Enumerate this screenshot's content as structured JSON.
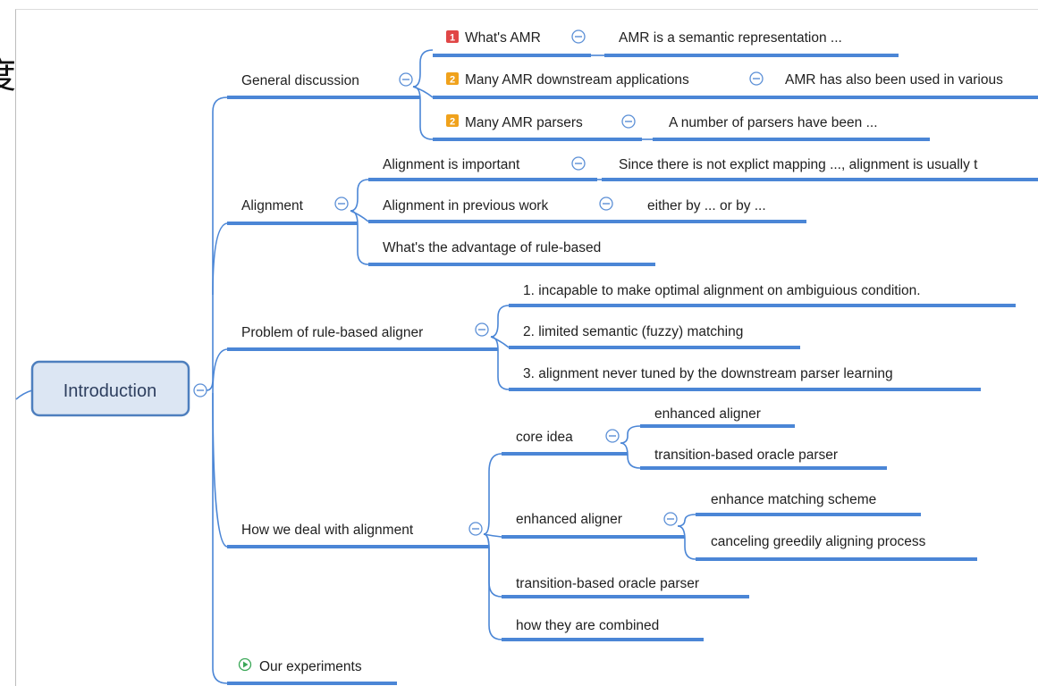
{
  "corner_glyph": "度",
  "root": {
    "label": "Introduction"
  },
  "topics": [
    {
      "label": "General discussion",
      "children": [
        {
          "label": "What's AMR",
          "priority": "1",
          "priority_color": "#e04646",
          "note": "AMR is a semantic representation ..."
        },
        {
          "label": "Many AMR downstream applications",
          "priority": "2",
          "priority_color": "#f0a21c",
          "note": "AMR has also been used in various"
        },
        {
          "label": "Many AMR parsers",
          "priority": "2",
          "priority_color": "#f0a21c",
          "note": "A number of parsers have been ..."
        }
      ]
    },
    {
      "label": "Alignment",
      "children": [
        {
          "label": "Alignment is important",
          "note": "Since there is not explict mapping ..., alignment is usually t"
        },
        {
          "label": "Alignment in previous work",
          "note": "either by ... or by ..."
        },
        {
          "label": "What's the advantage of rule-based"
        }
      ]
    },
    {
      "label": "Problem of rule-based aligner",
      "children": [
        {
          "label": "1. incapable to make optimal alignment on ambiguious condition."
        },
        {
          "label": "2. limited semantic (fuzzy) matching"
        },
        {
          "label": "3. alignment never tuned by the downstream parser learning"
        }
      ]
    },
    {
      "label": "How we deal with alignment",
      "children": [
        {
          "label": "core idea",
          "children": [
            {
              "label": "enhanced aligner"
            },
            {
              "label": "transition-based oracle parser"
            }
          ]
        },
        {
          "label": "enhanced aligner",
          "children": [
            {
              "label": "enhance matching scheme"
            },
            {
              "label": "canceling greedily aligning process"
            }
          ]
        },
        {
          "label": "transition-based oracle parser"
        },
        {
          "label": "how they are combined"
        }
      ]
    },
    {
      "label": "Our experiments",
      "collapsed": true
    }
  ],
  "colors": {
    "branch": "#4b86d6",
    "root_fill": "#dce6f3",
    "root_border": "#4e7fbe",
    "expand_icon": "#3aa757"
  }
}
